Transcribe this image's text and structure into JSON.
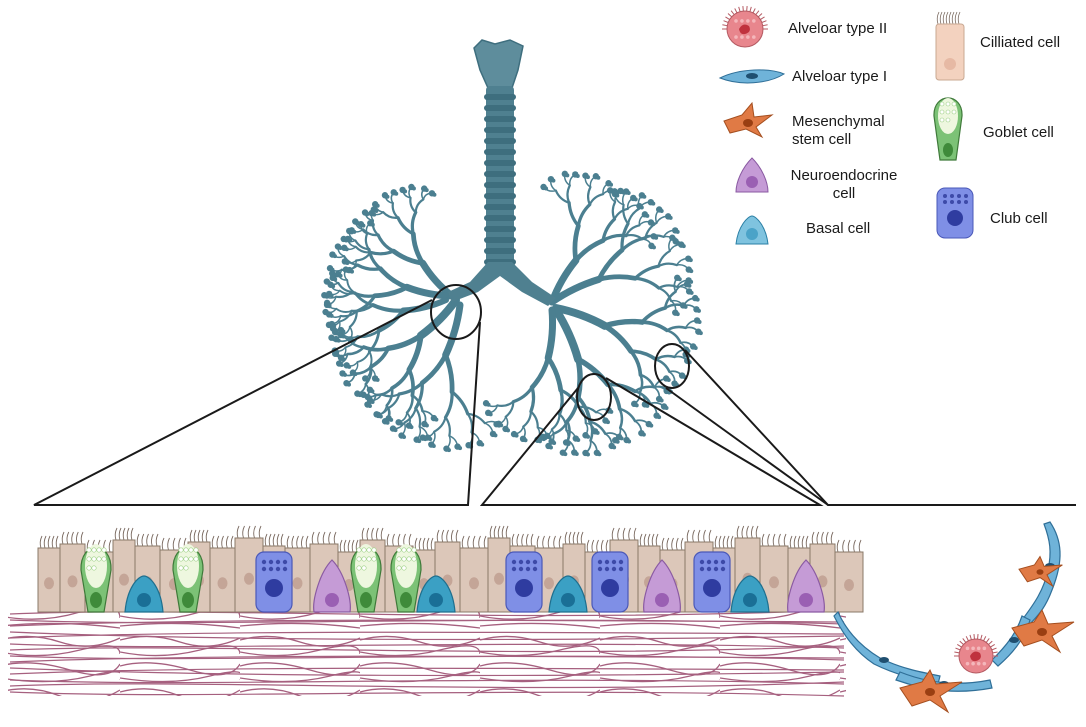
{
  "legend": {
    "items": [
      {
        "id": "alveolar-type-2",
        "label": "Alveloar type II",
        "color": "#e8868d"
      },
      {
        "id": "alveolar-type-1",
        "label": "Alveloar type I",
        "color": "#6fb3d9"
      },
      {
        "id": "mesenchymal",
        "label": "Mesenchymal\nstem cell",
        "color": "#e07a45"
      },
      {
        "id": "neuroendocrine",
        "label": "Neuroendocrine\ncell",
        "color": "#c59bd6"
      },
      {
        "id": "basal",
        "label": "Basal cell",
        "color": "#7fc3df"
      },
      {
        "id": "ciliated",
        "label": "Cilliated cell",
        "color": "#f3d2bf"
      },
      {
        "id": "goblet",
        "label": "Goblet cell",
        "color": "#7cc276"
      },
      {
        "id": "club",
        "label": "Club cell",
        "color": "#7f8fe6"
      }
    ]
  },
  "colors": {
    "bronchi": "#4b7f90",
    "trachea": "#3e6e7e",
    "connective_fiber": "#a6607f",
    "ciliated_body": "#dcc7b9",
    "outline": "#1a1a1a"
  }
}
